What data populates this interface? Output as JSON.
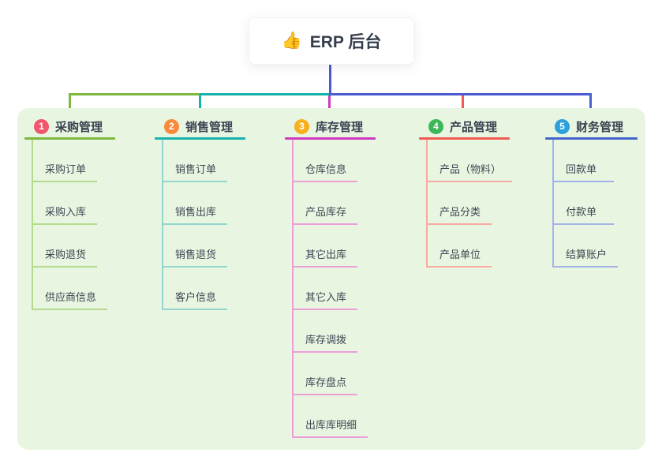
{
  "root": {
    "title": "ERP 后台",
    "emoji": "👍",
    "stem_color": "#4c59cf"
  },
  "panel": {
    "bg_color": "#e8f6e1"
  },
  "branches": [
    {
      "index": "1",
      "label": "采购管理",
      "badge_color": "#f2566c",
      "line_color": "#7db83f",
      "light_color": "#b5da8c",
      "items": [
        "采购订单",
        "采购入库",
        "采购退货",
        "供应商信息"
      ]
    },
    {
      "index": "2",
      "label": "销售管理",
      "badge_color": "#f9893b",
      "line_color": "#17b2aa",
      "light_color": "#93d6cf",
      "items": [
        "销售订单",
        "销售出库",
        "销售退货",
        "客户信息"
      ]
    },
    {
      "index": "3",
      "label": "库存管理",
      "badge_color": "#f9b01d",
      "line_color": "#ce39bd",
      "light_color": "#eb9ed8",
      "items": [
        "仓库信息",
        "产品库存",
        "其它出库",
        "其它入库",
        "库存调拨",
        "库存盘点",
        "出库库明细"
      ]
    },
    {
      "index": "4",
      "label": "产品管理",
      "badge_color": "#3cb85a",
      "line_color": "#f15b51",
      "light_color": "#f7aaa2",
      "items": [
        "产品（物料）",
        "产品分类",
        "产品单位"
      ]
    },
    {
      "index": "5",
      "label": "财务管理",
      "badge_color": "#2ba0da",
      "line_color": "#4465cd",
      "light_color": "#a2b4e8",
      "items": [
        "回款单",
        "付款单",
        "结算账户"
      ]
    }
  ],
  "colors": {
    "title_text": "#363e4d",
    "item_text": "#3f4654",
    "canvas_bg": "#ffffff"
  }
}
